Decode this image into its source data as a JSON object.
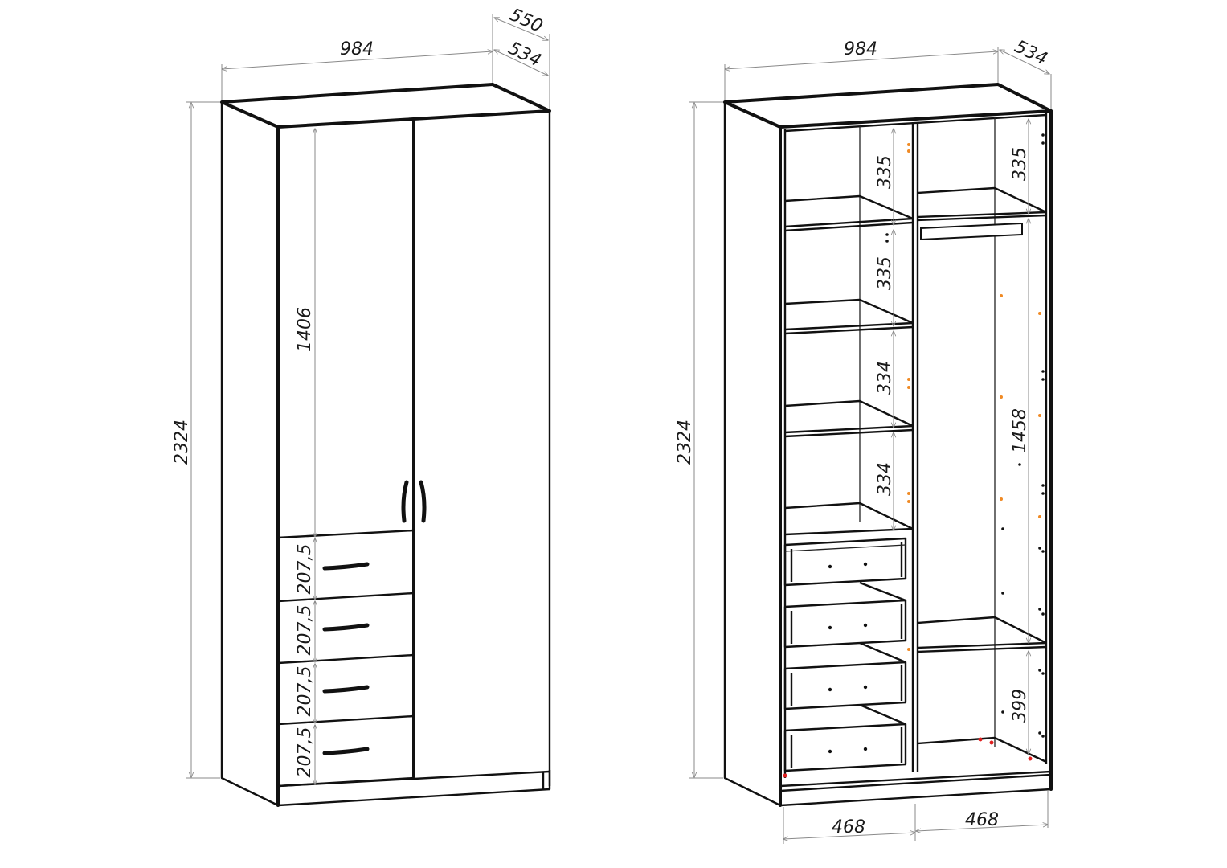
{
  "front_view": {
    "width": "984",
    "depth_outer": "550",
    "depth_inner": "534",
    "height": "2324",
    "door_height": "1406",
    "drawer_heights": [
      "207,5",
      "207,5",
      "207,5",
      "207,5"
    ]
  },
  "interior_view": {
    "width": "984",
    "depth": "534",
    "height": "2324",
    "left_shelf_heights": [
      "335",
      "335",
      "334",
      "334"
    ],
    "right_top_shelf_height": "335",
    "hanging_height": "1458",
    "bottom_compartment_height": "399",
    "section_widths": [
      "468",
      "468"
    ]
  },
  "colors": {
    "line": "#111111",
    "dimension_line": "#8a8a8a",
    "hole_marker_orange": "#f08a24",
    "hole_marker_red": "#e02020"
  }
}
